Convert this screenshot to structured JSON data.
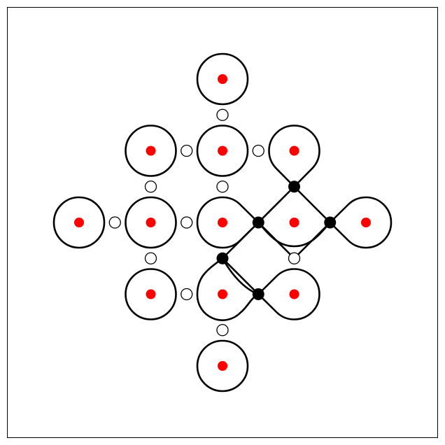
{
  "colors": {
    "frame": "#000000",
    "outline": "#000000",
    "red_dot": "#ff0000",
    "black_node": "#000000",
    "hollow_node_fill": "#ffffff",
    "background": "#ffffff"
  },
  "diagram": {
    "grid_spacing_units": 1,
    "center_cell": {
      "col": 0,
      "row": 0
    },
    "cells": [
      {
        "id": "c-top2",
        "col": 0,
        "row": -2,
        "shape": "circle"
      },
      {
        "id": "c-left1-up",
        "col": -1,
        "row": -1,
        "shape": "circle"
      },
      {
        "id": "c-mid-up",
        "col": 0,
        "row": -1,
        "shape": "circle"
      },
      {
        "id": "c-right1-up",
        "col": 1,
        "row": -1,
        "shape": "drop",
        "tip": "down"
      },
      {
        "id": "c-left2",
        "col": -2,
        "row": 0,
        "shape": "circle"
      },
      {
        "id": "c-left1",
        "col": -1,
        "row": 0,
        "shape": "circle"
      },
      {
        "id": "c-center",
        "col": 0,
        "row": 0,
        "shape": "drop",
        "tip": "right"
      },
      {
        "id": "c-right1",
        "col": 1,
        "row": 0,
        "shape": "merged-center"
      },
      {
        "id": "c-right2",
        "col": 2,
        "row": 0,
        "shape": "drop",
        "tip": "left"
      },
      {
        "id": "c-left1-dn",
        "col": -1,
        "row": 1,
        "shape": "circle"
      },
      {
        "id": "c-mid-dn",
        "col": 0,
        "row": 1,
        "shape": "drop",
        "tip": "up-right"
      },
      {
        "id": "c-right1-dn",
        "col": 1,
        "row": 1,
        "shape": "drop",
        "tip": "left"
      },
      {
        "id": "c-bottom2",
        "col": 0,
        "row": 2,
        "shape": "circle"
      }
    ],
    "hollow_nodes": [
      {
        "col": 0,
        "row": -1.5
      },
      {
        "col": -0.5,
        "row": -1
      },
      {
        "col": 0.5,
        "row": -1
      },
      {
        "col": -1,
        "row": -0.5
      },
      {
        "col": 0,
        "row": -0.5
      },
      {
        "col": -1.5,
        "row": 0
      },
      {
        "col": -0.5,
        "row": 0
      },
      {
        "col": -1,
        "row": 0.5
      },
      {
        "col": 1,
        "row": 0.5
      },
      {
        "col": -0.5,
        "row": 1
      },
      {
        "col": 0,
        "row": 1.5
      }
    ],
    "black_nodes": [
      {
        "col": 1,
        "row": -0.5
      },
      {
        "col": 0.5,
        "row": 0
      },
      {
        "col": 1.5,
        "row": 0
      },
      {
        "col": 0,
        "row": 0.5
      },
      {
        "col": 0.5,
        "row": 1
      }
    ],
    "edges": [
      [
        {
          "col": 1,
          "row": -0.5
        },
        {
          "col": 0.5,
          "row": 0
        }
      ],
      [
        {
          "col": 1,
          "row": -0.5
        },
        {
          "col": 1.5,
          "row": 0
        }
      ],
      [
        {
          "col": 0.5,
          "row": 0
        },
        {
          "col": 0,
          "row": 0.5
        }
      ],
      [
        {
          "col": 0.5,
          "row": 0
        },
        {
          "col": 1,
          "row": 0.5
        }
      ],
      [
        {
          "col": 1.5,
          "row": 0
        },
        {
          "col": 1,
          "row": 0.5
        }
      ],
      [
        {
          "col": 0,
          "row": 0.5
        },
        {
          "col": 0.5,
          "row": 1
        }
      ]
    ]
  }
}
